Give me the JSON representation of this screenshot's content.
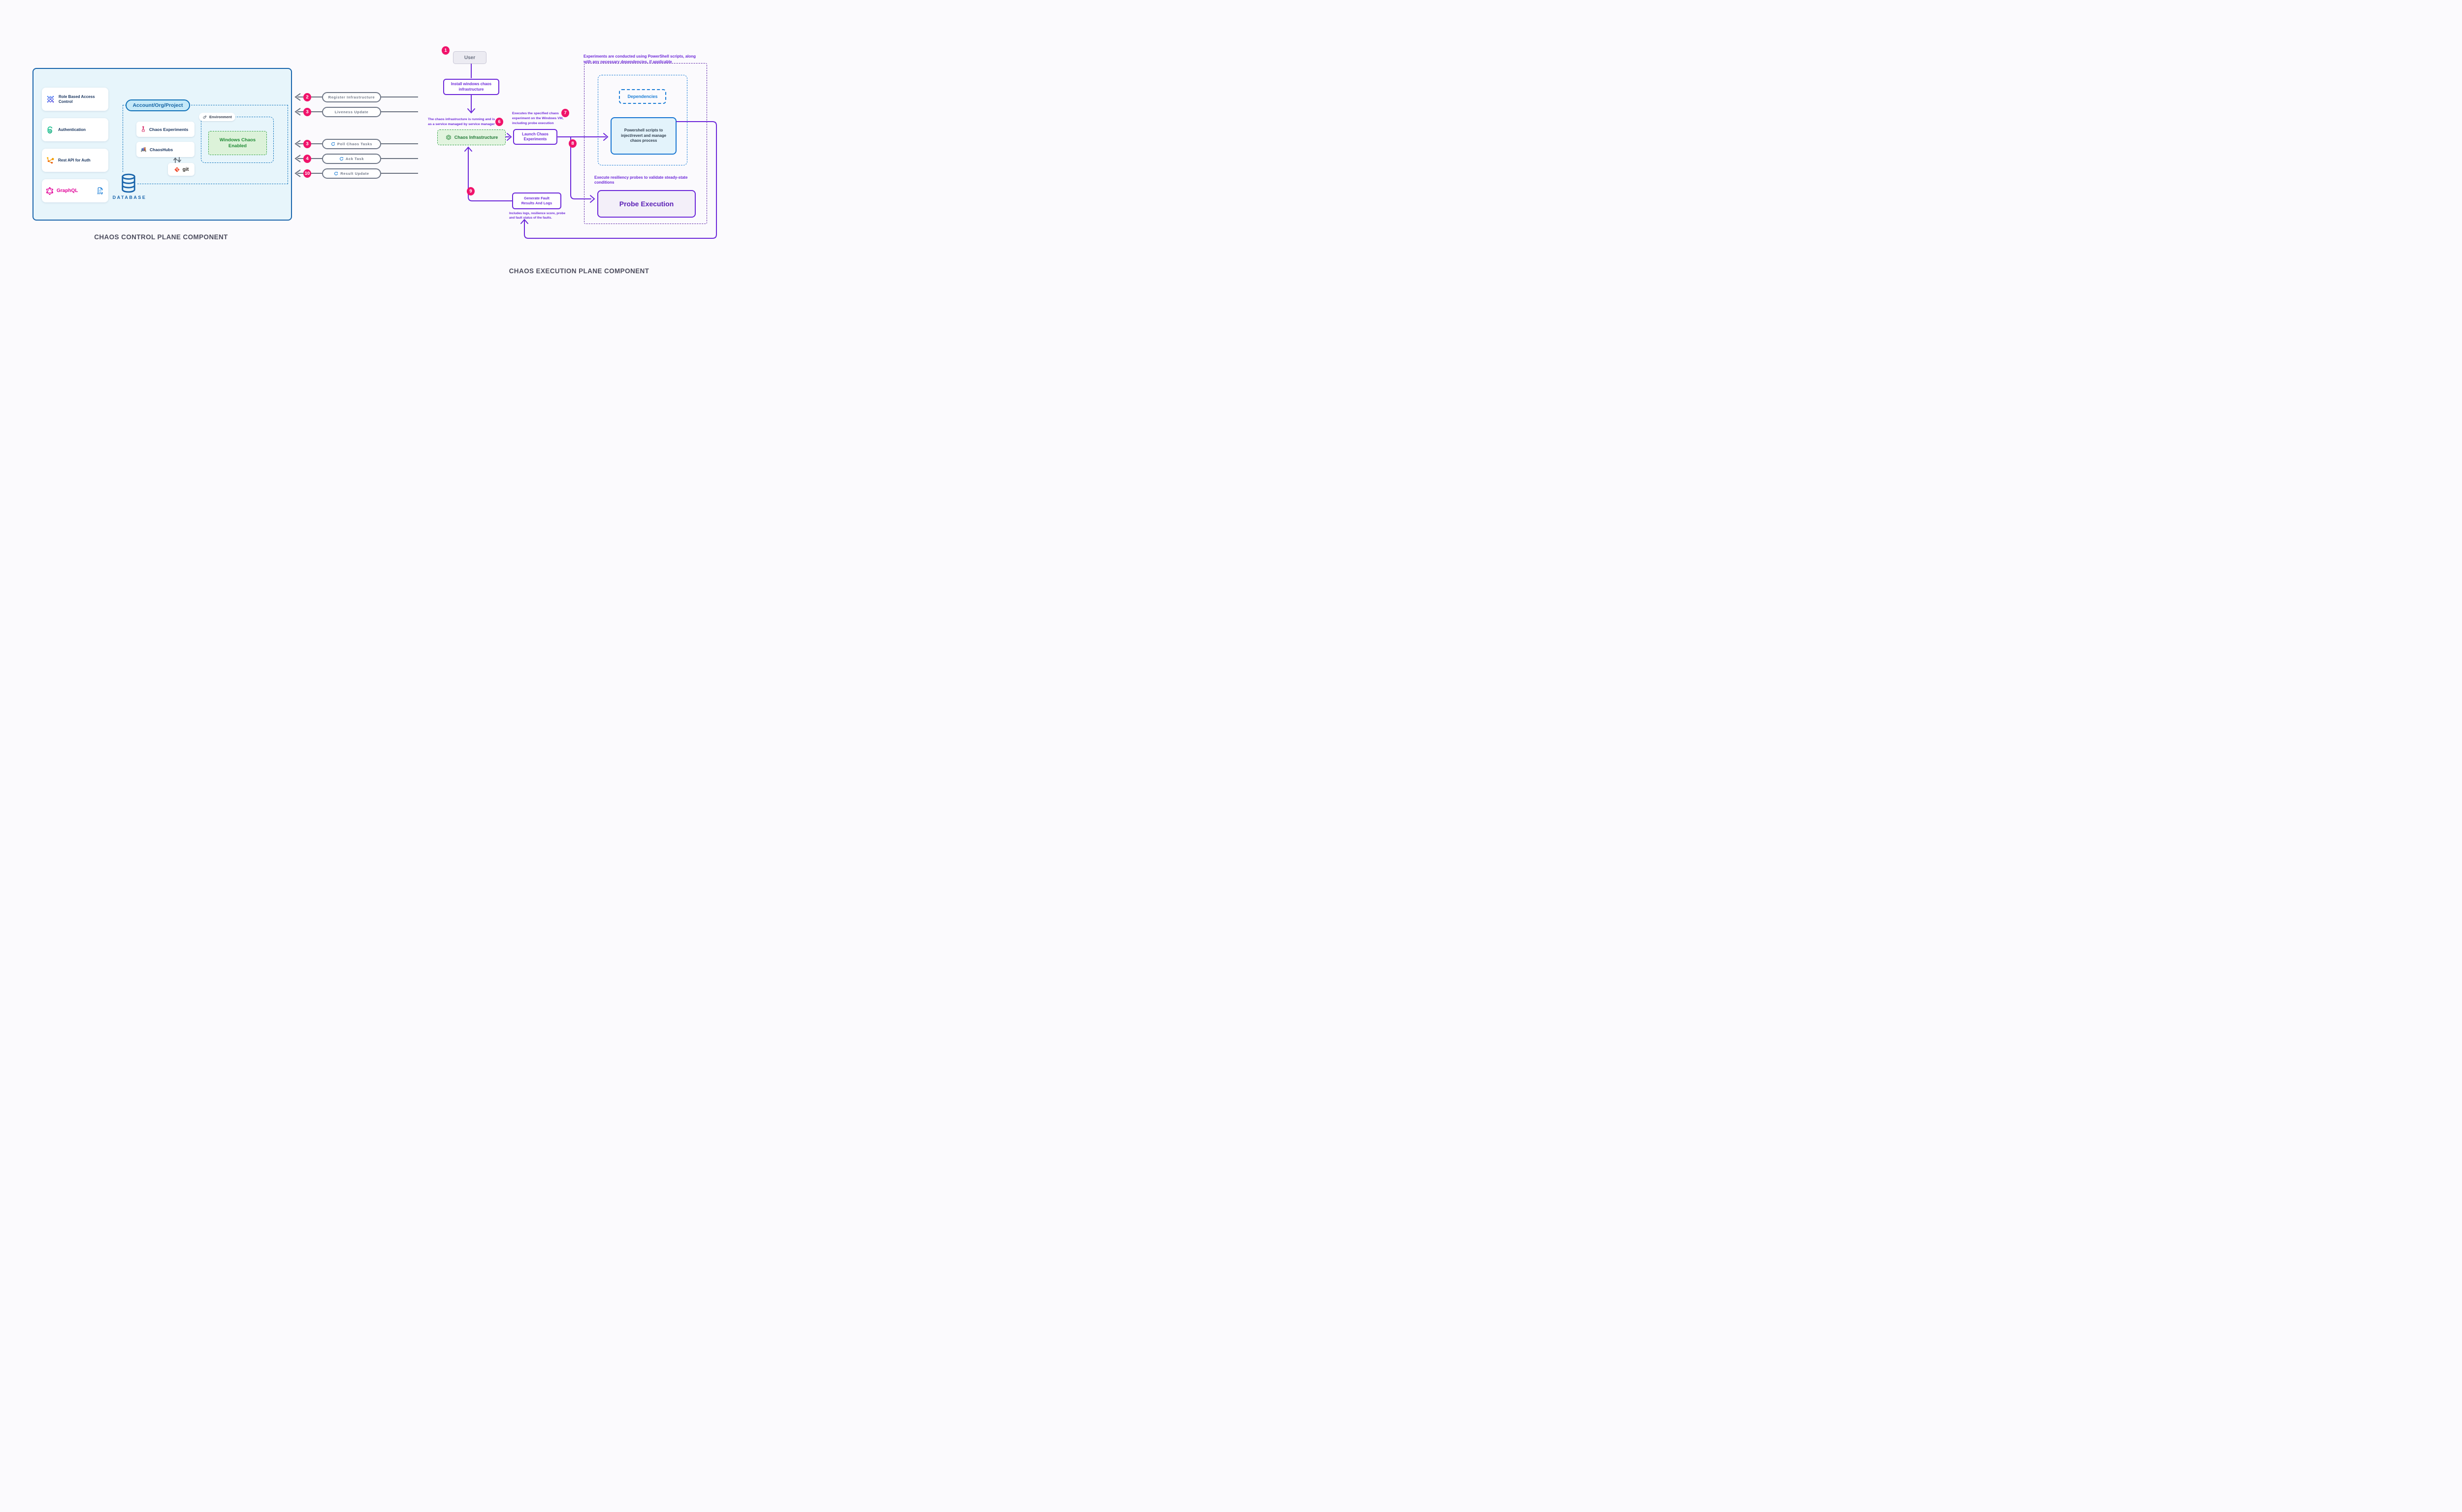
{
  "titles": {
    "left": "CHAOS CONTROL PLANE COMPONENT",
    "right": "CHAOS EXECUTION PLANE COMPONENT"
  },
  "control_plane": {
    "cards": [
      {
        "label": "Role Based Access Control",
        "icon": "rbac-icon"
      },
      {
        "label": "Authentication",
        "icon": "auth-lock-icon"
      },
      {
        "label": "Rest API for Auth",
        "icon": "rest-api-icon"
      },
      {
        "label": "GraphQL",
        "icon": "graphql-icon"
      }
    ],
    "graphql_api_label": "API",
    "account_pill": "Account/Org/Project",
    "chaos_experiments": "Chaos Experiments",
    "chaoshubs": "ChaosHubs",
    "git": "git",
    "environment_label": "Environment",
    "windows_chaos_enabled": "Windows Chaos Enabled",
    "database_label": "DATABASE"
  },
  "flows": [
    {
      "num": "2",
      "label": "Register Infrastructure",
      "refresh_icon": false
    },
    {
      "num": "3",
      "label": "Liveness Update",
      "refresh_icon": false
    },
    {
      "num": "3",
      "label": "Poll Chaos Tasks",
      "refresh_icon": true
    },
    {
      "num": "4",
      "label": "Ack Task",
      "refresh_icon": true
    },
    {
      "num": "10",
      "label": "Result Update",
      "refresh_icon": true
    }
  ],
  "execution_plane": {
    "badge_1": "1",
    "user": "User",
    "install": "Install windows chaos infrastructure",
    "note_running": "The chaos infrastructure is running and is as a service managed by service manager",
    "badge_6": "6",
    "chaos_infrastructure": "Chaos Infrastructure",
    "note_executes": "Executes the specified chaos experiment on the Windows VM, including probe execution",
    "badge_7": "7",
    "launch": "Launch Chaos Experiments",
    "badge_8": "8",
    "note_powershell": "Experiments are conducted using PowerShell scripts, along with any necessary dependencies, if applicable",
    "dependencies": "Dependencies",
    "powershell": "Powershell scripts to inject/revert and manage chaos process",
    "note_probes": "Execute resiliency probes to validate steady-state conditions",
    "probe_execution": "Probe Execution",
    "generate": "Generate Fault Results And Logs",
    "badge_9": "9",
    "note_includes": "Includes logs, resilience score, probe and fault status of the faults."
  },
  "colors": {
    "badge_pink": "#F0136B",
    "purple": "#6D28D9",
    "blue": "#1C7ED6",
    "navy": "#1864AB",
    "green": "#2F9E44",
    "gray": "#6B7280",
    "graphql_pink": "#E10098",
    "git_orange": "#F05033"
  }
}
